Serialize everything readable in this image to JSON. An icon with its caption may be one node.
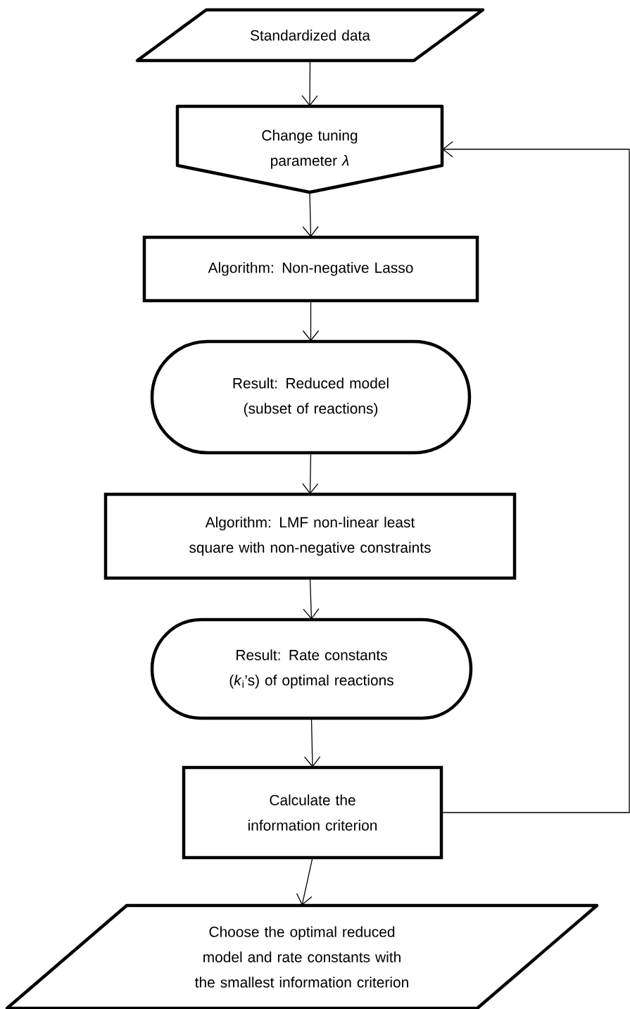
{
  "diagram": {
    "nodes": [
      {
        "text": [
          "Standardized data"
        ]
      },
      {
        "text": [
          "Change tuning parameter *λ*"
        ]
      },
      {
        "text": [
          "Algorithm: Non-negative Lasso"
        ]
      },
      {
        "text": [
          "Result: Reduced model (subset of reactions)"
        ]
      },
      {
        "text": [
          "Algorithm: LMF non-linear least square with non-negative constraints"
        ]
      },
      {
        "text": [
          "Result: Rate constants (*k*$_{i}$’s) of optimal reactions"
        ]
      },
      {
        "text": [
          "Calculate the information criterion"
        ]
      },
      {
        "text": [
          "Choose the optimal reduced model and rate constants with the smallest information criterion"
        ]
      }
    ],
    "edges": [
      {
        "from": 0,
        "to": 1,
        "arrow": "to"
      },
      {
        "from": 1,
        "to": 2,
        "arrow": "to"
      },
      {
        "from": 2,
        "to": 3,
        "arrow": "to"
      },
      {
        "from": 3,
        "to": 4,
        "arrow": "to"
      },
      {
        "from": 4,
        "to": 5,
        "arrow": "to"
      },
      {
        "from": 5,
        "to": 6,
        "arrow": "to"
      },
      {
        "from": 6,
        "to": 7,
        "arrow": "to"
      },
      {
        "from": 6,
        "to": 1,
        "arrow": "to"
      }
    ]
  }
}
